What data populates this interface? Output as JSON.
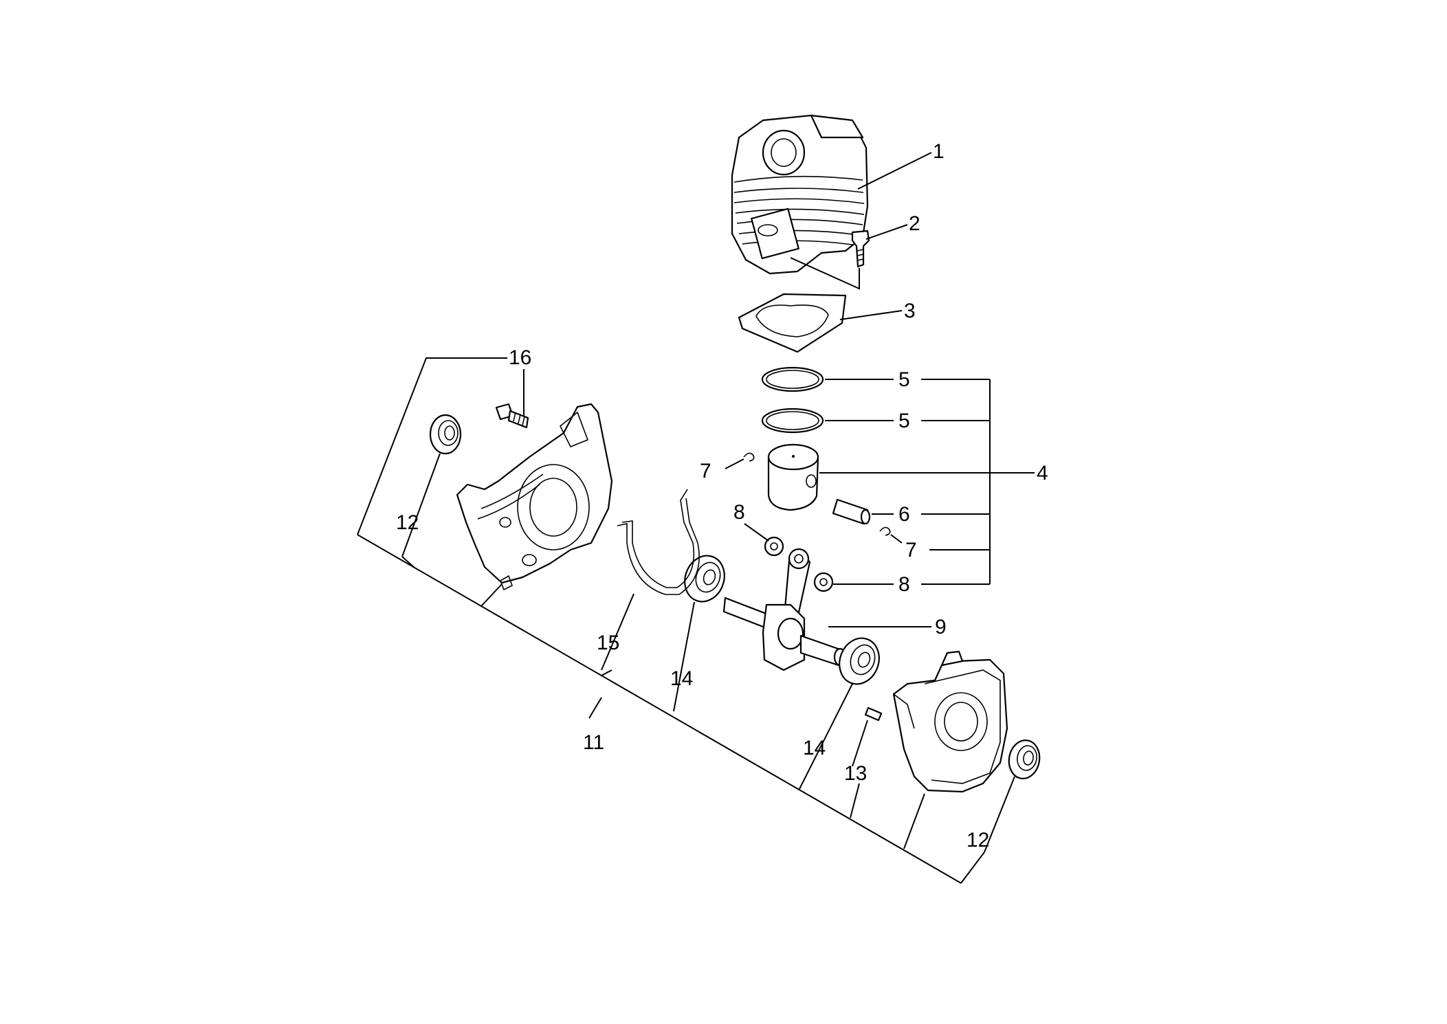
{
  "labels": {
    "l1": "1",
    "l2": "2",
    "l3": "3",
    "l4": "4",
    "l5a": "5",
    "l5b": "5",
    "l6": "6",
    "l7a": "7",
    "l7b": "7",
    "l8a": "8",
    "l8b": "8",
    "l9": "9",
    "l11": "11",
    "l12a": "12",
    "l12b": "12",
    "l13": "13",
    "l14a": "14",
    "l14b": "14",
    "l15": "15",
    "l16": "16"
  },
  "colors": {
    "line": "#000000",
    "background": "#ffffff"
  }
}
